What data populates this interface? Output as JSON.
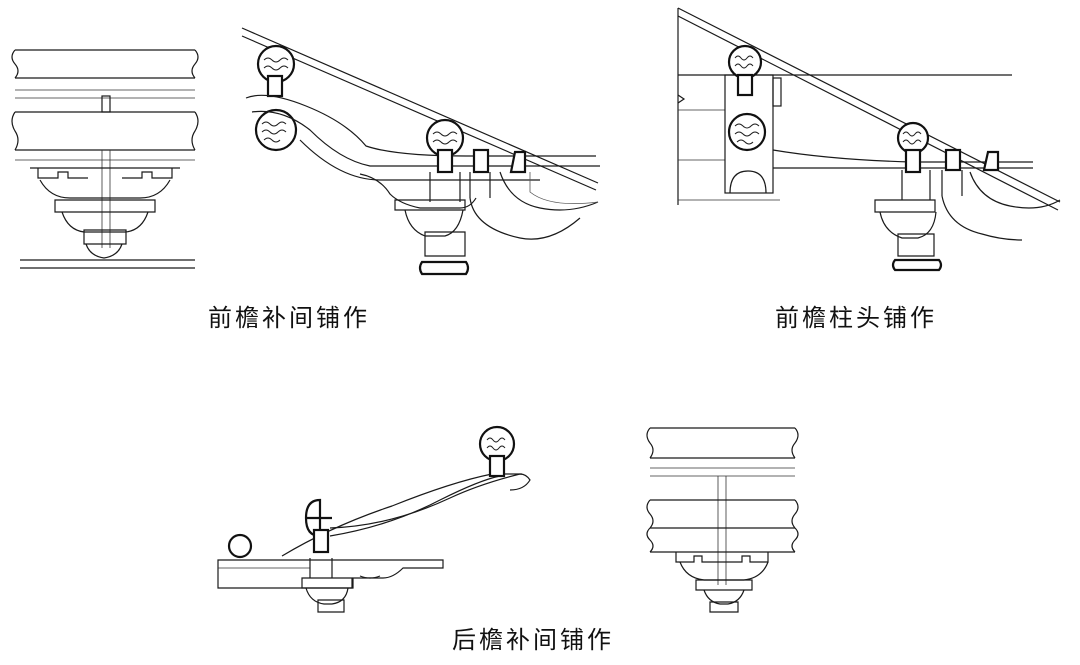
{
  "captions": {
    "front_intercolumn": "前檐补间铺作",
    "front_column_head": "前檐柱头铺作",
    "rear_intercolumn": "后檐补间铺作"
  }
}
